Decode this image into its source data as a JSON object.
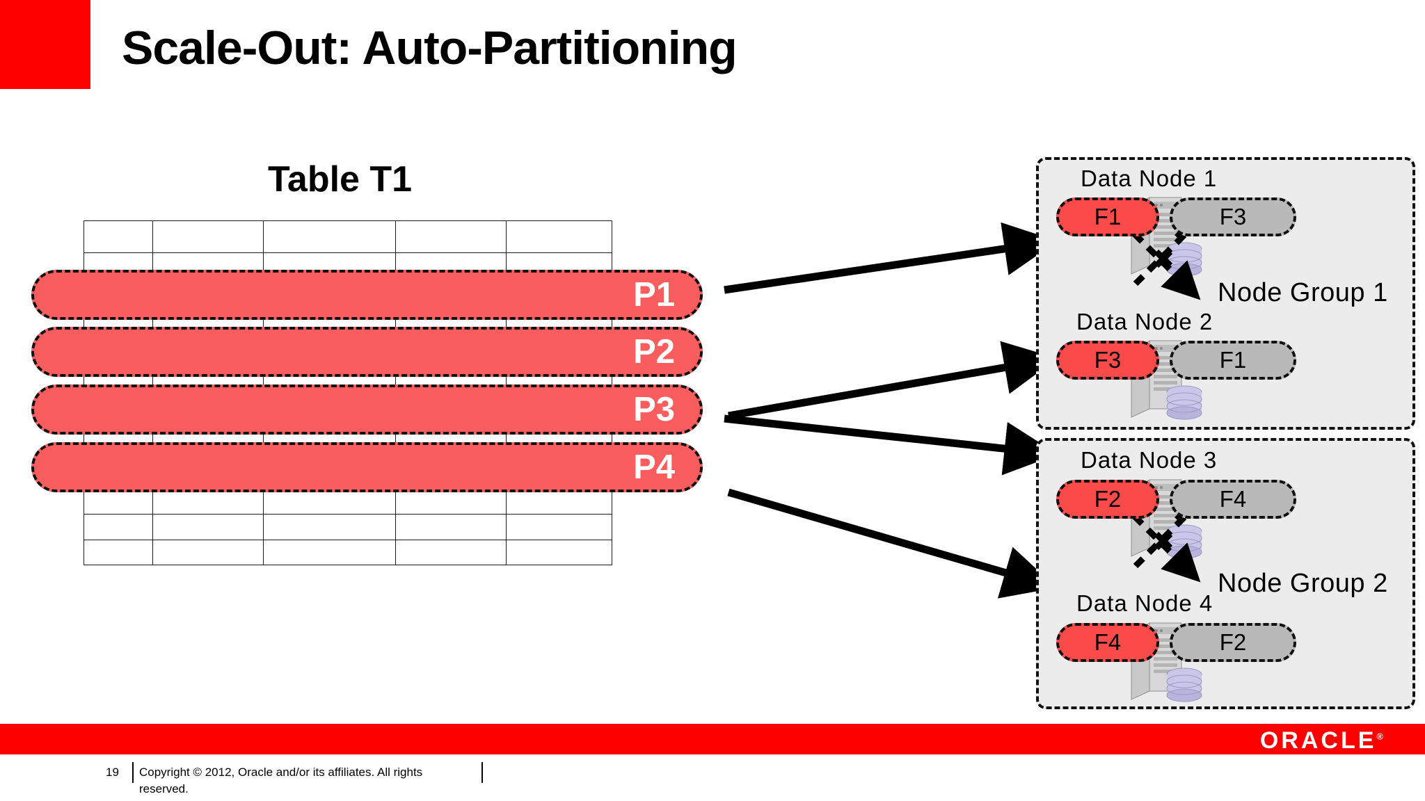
{
  "header": {
    "title": "Scale-Out: Auto-Partitioning",
    "accent_color": "#fe0000"
  },
  "table": {
    "title": "Table T1",
    "columns": 5,
    "rows": 10,
    "partitions": [
      {
        "label": "P1"
      },
      {
        "label": "P2"
      },
      {
        "label": "P3"
      },
      {
        "label": "P4"
      }
    ],
    "partition_color": "#fa5d5d",
    "partition_text_color": "#ffffff"
  },
  "cluster": {
    "node_groups": [
      {
        "label": "Node Group 1",
        "nodes": [
          {
            "title": "Data Node  1",
            "primary_fragment": "F1",
            "backup_fragment": "F3"
          },
          {
            "title": "Data Node  2",
            "primary_fragment": "F3",
            "backup_fragment": "F1"
          }
        ]
      },
      {
        "label": "Node Group 2",
        "nodes": [
          {
            "title": "Data Node  3",
            "primary_fragment": "F2",
            "backup_fragment": "F4"
          },
          {
            "title": "Data Node  4",
            "primary_fragment": "F4",
            "backup_fragment": "F2"
          }
        ]
      }
    ],
    "primary_color": "#fa4a4a",
    "backup_color": "#b9b9b9",
    "group_bg_color": "#ececec"
  },
  "mapping_arrows": [
    {
      "from": "P1",
      "to": "Data Node  1"
    },
    {
      "from": "P2",
      "to": "Data Node  2"
    },
    {
      "from": "P3",
      "to": "Data Node  3"
    },
    {
      "from": "P4",
      "to": "Data Node  4"
    }
  ],
  "footer": {
    "page_number": "19",
    "copyright": "Copyright © 2012,  Oracle and/or  its affiliates.  All rights reserved.",
    "logo_text": "ORACLE",
    "logo_mark": "®",
    "bar_color": "#fe0000"
  }
}
